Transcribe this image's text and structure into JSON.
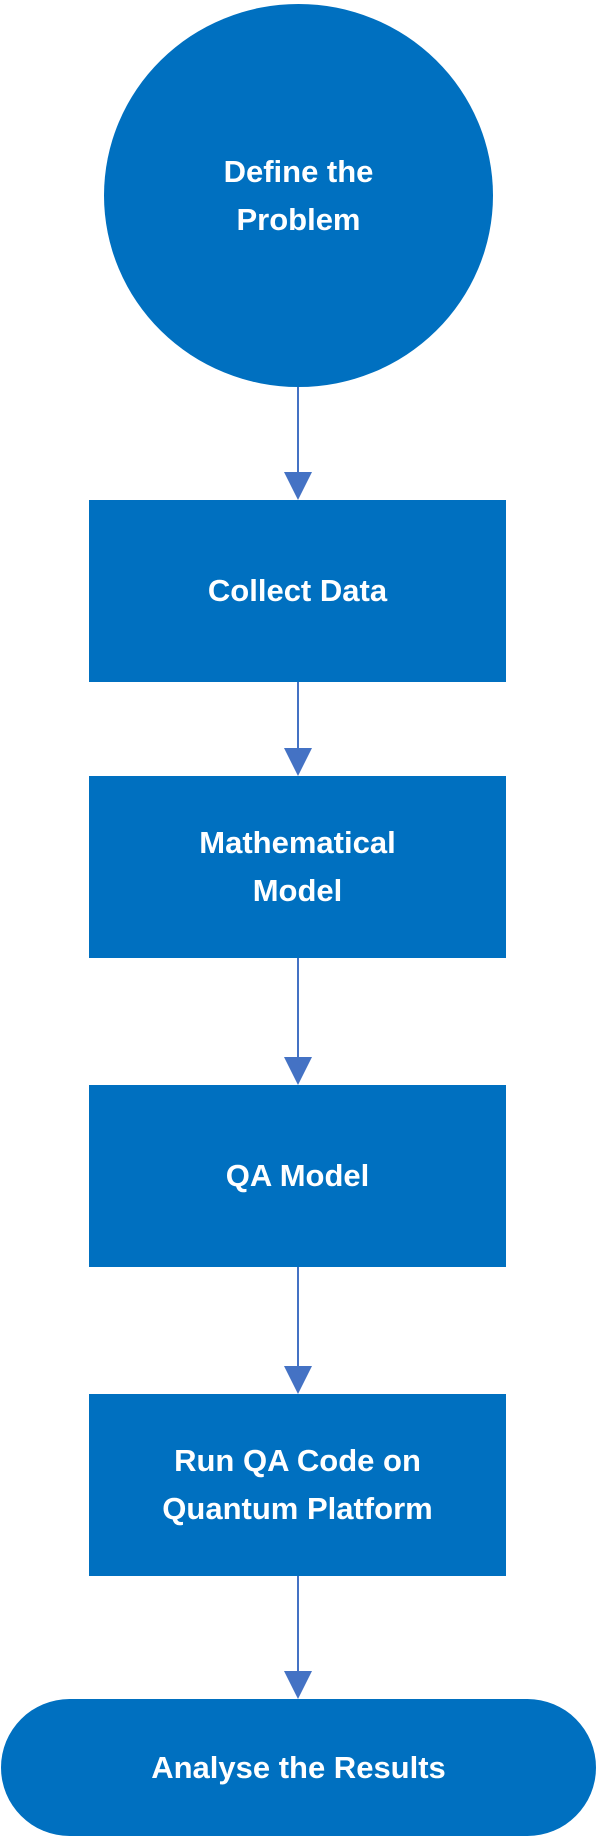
{
  "flowchart": {
    "steps": [
      {
        "shape": "circle",
        "label_lines": [
          "Define the",
          "Problem"
        ]
      },
      {
        "shape": "rectangle",
        "label_lines": [
          "Collect Data"
        ]
      },
      {
        "shape": "rectangle",
        "label_lines": [
          "Mathematical",
          "Model"
        ]
      },
      {
        "shape": "rectangle",
        "label_lines": [
          "QA Model"
        ]
      },
      {
        "shape": "rectangle",
        "label_lines": [
          "Run QA Code on",
          "Quantum Platform"
        ]
      },
      {
        "shape": "rounded-terminal",
        "label_lines": [
          "Analyse the Results"
        ]
      }
    ],
    "colors": {
      "node_fill": "#0070C0",
      "node_text": "#FFFFFF",
      "connector": "#4472C4"
    }
  }
}
